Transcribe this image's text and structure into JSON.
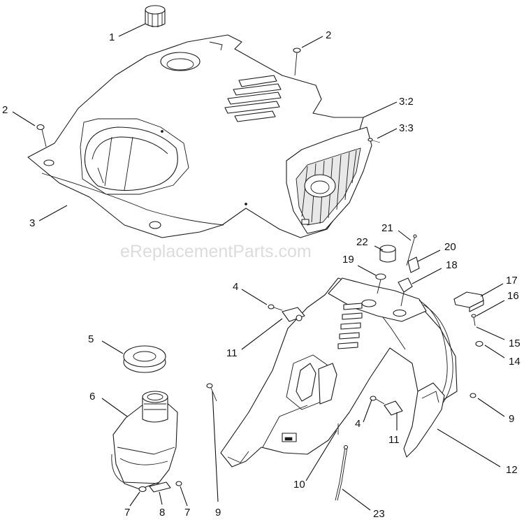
{
  "watermark": "eReplacementParts.com",
  "callouts": [
    {
      "id": "c1",
      "label": "1"
    },
    {
      "id": "c2a",
      "label": "2"
    },
    {
      "id": "c2b",
      "label": "2"
    },
    {
      "id": "c3",
      "label": "3"
    },
    {
      "id": "c3_2",
      "label": "3:2"
    },
    {
      "id": "c3_3",
      "label": "3:3"
    },
    {
      "id": "c4a",
      "label": "4"
    },
    {
      "id": "c4b",
      "label": "4"
    },
    {
      "id": "c5",
      "label": "5"
    },
    {
      "id": "c6",
      "label": "6"
    },
    {
      "id": "c7a",
      "label": "7"
    },
    {
      "id": "c7b",
      "label": "7"
    },
    {
      "id": "c8",
      "label": "8"
    },
    {
      "id": "c9a",
      "label": "9"
    },
    {
      "id": "c9b",
      "label": "9"
    },
    {
      "id": "c10",
      "label": "10"
    },
    {
      "id": "c11a",
      "label": "11"
    },
    {
      "id": "c11b",
      "label": "11"
    },
    {
      "id": "c12",
      "label": "12"
    },
    {
      "id": "c14",
      "label": "14"
    },
    {
      "id": "c15",
      "label": "15"
    },
    {
      "id": "c16",
      "label": "16"
    },
    {
      "id": "c17",
      "label": "17"
    },
    {
      "id": "c18",
      "label": "18"
    },
    {
      "id": "c19",
      "label": "19"
    },
    {
      "id": "c20",
      "label": "20"
    },
    {
      "id": "c21",
      "label": "21"
    },
    {
      "id": "c22",
      "label": "22"
    },
    {
      "id": "c23",
      "label": "23"
    }
  ]
}
